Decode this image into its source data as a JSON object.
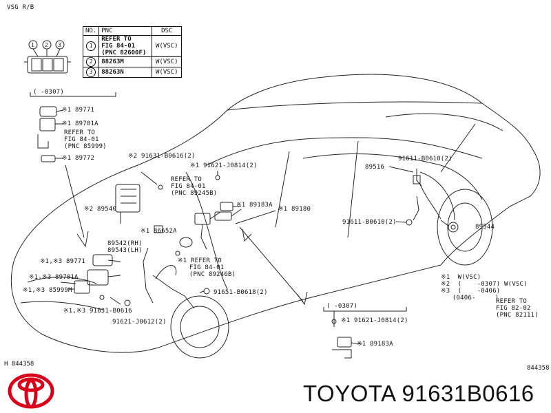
{
  "header_tag": "VSG R/B",
  "connector_labels": [
    "1",
    "2",
    "3"
  ],
  "table": {
    "headers": [
      "NO.",
      "PNC",
      "DSC"
    ],
    "rows": [
      {
        "no": "1",
        "pnc": "REFER TO\nFIG 84-01\n(PNC 82600F)",
        "dsc": "W(VSC)"
      },
      {
        "no": "2",
        "pnc": "88263M",
        "dsc": "W(VSC)"
      },
      {
        "no": "3",
        "pnc": "88263N",
        "dsc": "W(VSC)"
      }
    ]
  },
  "labels": {
    "range_top": "(    -0307)",
    "p89771_top": "※1 89771",
    "p89701a_top": "※1 89701A",
    "refer_85999": "REFER TO\nFIG 84-01\n(PNC 85999)",
    "p89772": "※1 89772",
    "bolt_0616_top": "※2 91631-B0616(2)",
    "bolt_j0814_top": "※1 91621-J0814(2)",
    "refer_89245b": "REFER TO\nFIG 84-01\n(PNC 89245B)",
    "p89540": "※2 89540",
    "p89183a_top": "※1 89183A",
    "p89180": "※1 89180",
    "p86652a": "※1 86652A",
    "p89542": "89542(RH)",
    "p89543": "89543(LH)",
    "refer_89246b": "※1 REFER TO\n   FIG 84-01\n   (PNC 89246B)",
    "p89771_bot": "※1,※3 89771",
    "p89701a_bot": "※1,※3 89701A",
    "p85999m": "※1,※3 85999M",
    "bolt_0616_bot": "※1,※3 91631-B0616",
    "bolt_j0612": "91621-J0612(2)",
    "bolt_b0618": "91651-B0618(2)",
    "p89516": "89516",
    "bolt_b0610_top": "91611-B0610(2)",
    "bolt_b0610_mid": "91611-B0610(2)",
    "p89544": "89544",
    "range_bottom": "(    -0307)",
    "bolt_j0814_bot": "※1 91621-J0814(2)",
    "p89183a_bot": "※1 89183A",
    "notes": "※1  W(VSC)\n※2  (    -0307) W(VSC)\n※3  (    -0406)\n   (0406-     )",
    "refer_82111": "REFER TO\nFIG 82-02\n(PNC 82111)",
    "code_left": "H 844358",
    "code_right": "844358"
  },
  "footer": {
    "brand_logo": "toyota-logo",
    "part_title": "TOYOTA 91631B0616"
  }
}
